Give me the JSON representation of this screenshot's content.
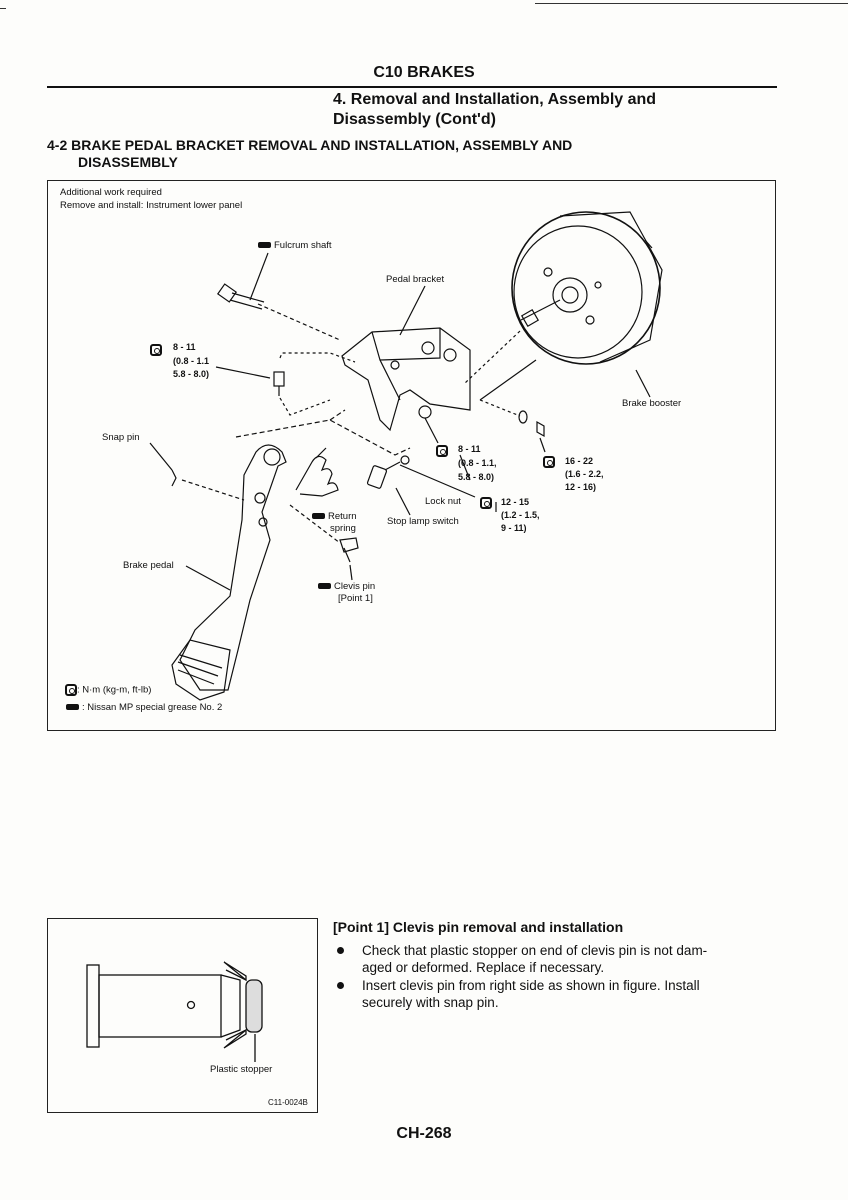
{
  "header": {
    "chapter": "C10 BRAKES",
    "section_line1": "4. Removal and Installation, Assembly and",
    "section_line2": "Disassembly (Cont'd)",
    "subsection_line1": "4-2 BRAKE PEDAL BRACKET REMOVAL AND INSTALLATION, ASSEMBLY AND",
    "subsection_line2": "DISASSEMBLY"
  },
  "figure": {
    "note1": "Additional work required",
    "note2": "Remove and install: Instrument lower panel",
    "fulcrum_shaft": "Fulcrum shaft",
    "pedal_bracket": "Pedal bracket",
    "brake_booster": "Brake booster",
    "snap_pin": "Snap pin",
    "brake_pedal": "Brake pedal",
    "return_spring_1": "Return",
    "return_spring_2": "spring",
    "clevis_pin": "Clevis pin",
    "clevis_point": "[Point 1]",
    "stop_lamp_switch": "Stop lamp switch",
    "lock_nut": "Lock nut",
    "torque_a": [
      "8 - 11",
      "(0.8 - 1.1",
      "5.8 - 8.0)"
    ],
    "torque_b": [
      "8 - 11",
      "(0.8 - 1.1,",
      "5.8 - 8.0)"
    ],
    "torque_c": [
      "16 - 22",
      "(1.6 - 2.2,",
      "12 - 16)"
    ],
    "torque_d": [
      "12 - 15",
      "(1.2 - 1.5,",
      "9 - 11)"
    ],
    "legend_torque": ": N·m (kg-m, ft-lb)",
    "legend_grease": ": Nissan MP special grease No. 2"
  },
  "point1": {
    "title": "[Point 1]  Clevis pin removal and installation",
    "bullets": [
      [
        "Check that plastic stopper on end of clevis pin is not dam-",
        "aged or deformed. Replace if necessary."
      ],
      [
        "Insert clevis pin from right side as shown in figure. Install",
        "securely with snap pin."
      ]
    ],
    "figure_label": "Plastic stopper",
    "figure_code": "C11-0024B"
  },
  "footer": {
    "page_number": "CH-268"
  }
}
